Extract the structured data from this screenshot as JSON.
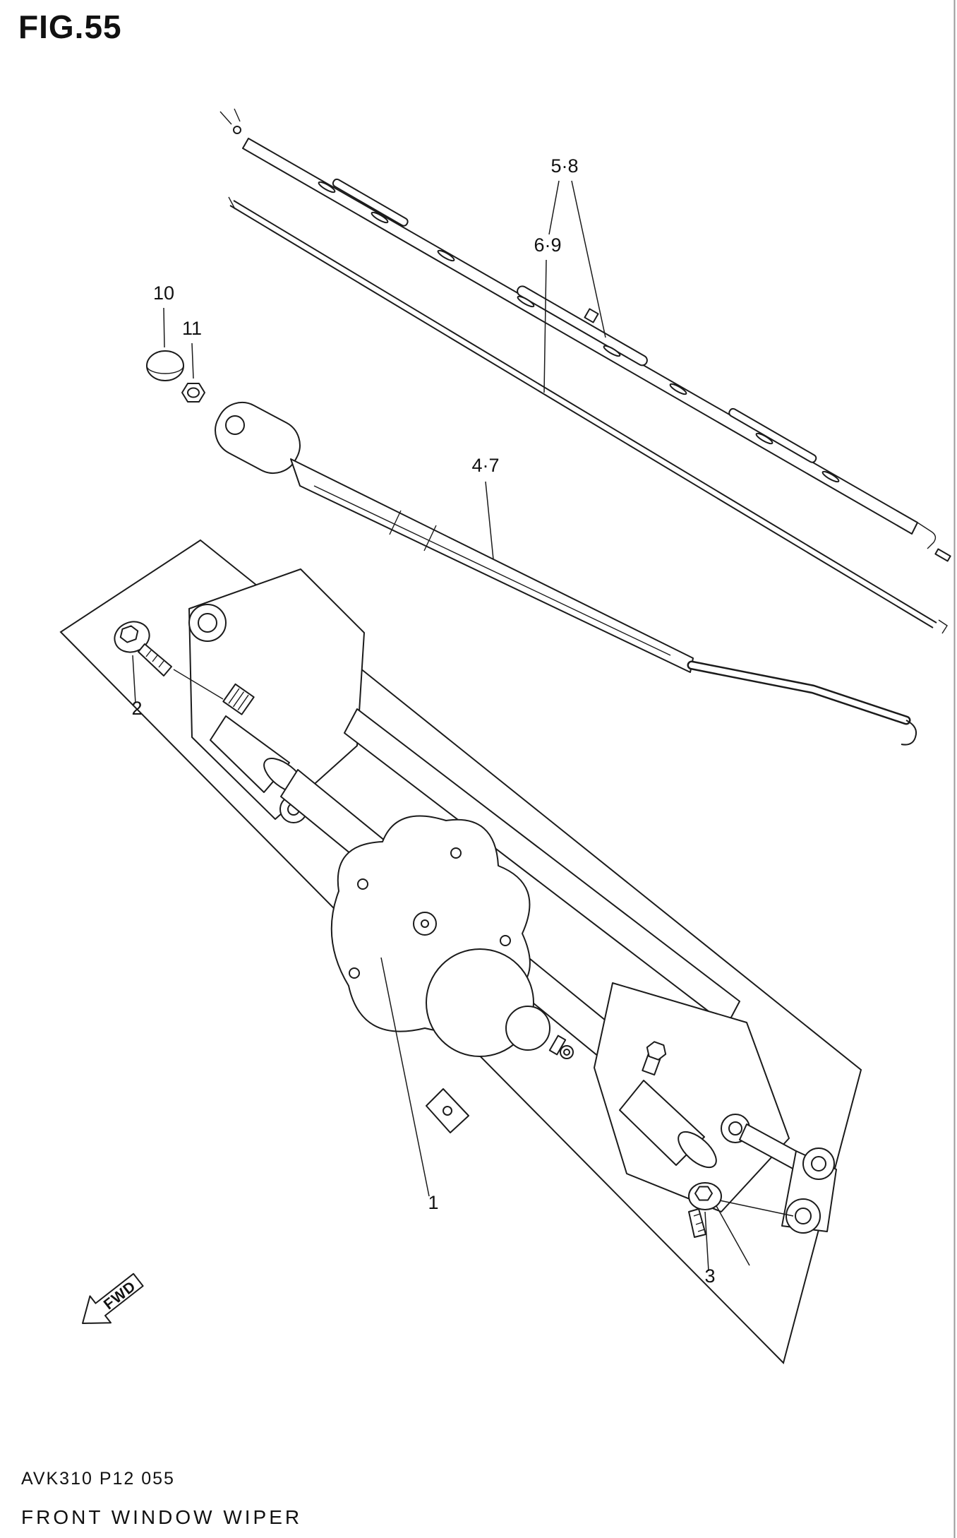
{
  "figure": {
    "title": "FIG.55",
    "code": "AVK310 P12 055",
    "caption": "FRONT WINDOW WIPER"
  },
  "callouts": {
    "blade": "5·8",
    "blade_rubber": "6·9",
    "cap": "10",
    "nut": "11",
    "arm": "4·7",
    "pivot_bolt": "2",
    "linkage": "1",
    "mount_bolt": "3"
  },
  "fwd_marker": "FWD",
  "colors": {
    "line": "#1b1b1b",
    "paper": "#ffffff"
  }
}
